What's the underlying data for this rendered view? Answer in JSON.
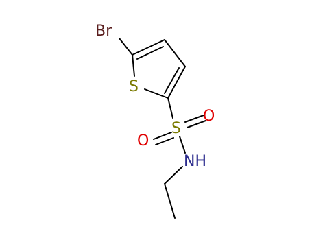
{
  "colors": {
    "background": "#ffffff",
    "bond": "#000000",
    "bromine": "#5a1e1e",
    "sulfur": "#7a7a00",
    "oxygen": "#e00000",
    "nitrogen": "#2a2a8c"
  },
  "atoms": {
    "bromine": "Br",
    "ring_sulfur": "S",
    "sulfonyl_sulfur": "S",
    "oxygen_right": "O",
    "oxygen_left": "O",
    "amine": "NH"
  }
}
